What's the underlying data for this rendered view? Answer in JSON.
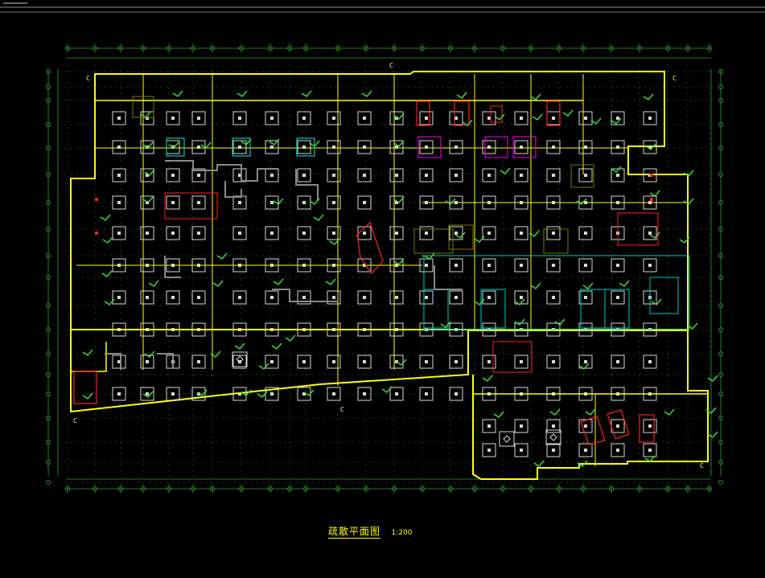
{
  "drawing": {
    "title": "疏散平面图",
    "scale": "1:200"
  },
  "grid_marks": {
    "top": "C",
    "left_top": "C",
    "right_top": "C",
    "left_bottom": "C",
    "bottom": "C",
    "right_bottom": "C"
  },
  "colors": {
    "background": "#000000",
    "outline": "#ffff00",
    "column": "#ffffff",
    "grid_line": "#2f9e2f",
    "accent_red": "#ff2020",
    "accent_cyan": "#00c8c8",
    "accent_magenta": "#d000d0",
    "label": "#ffff66"
  }
}
